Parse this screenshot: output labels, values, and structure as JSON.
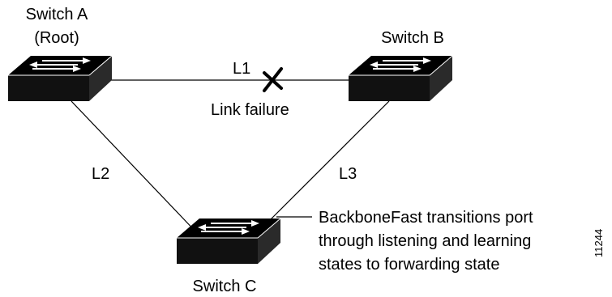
{
  "colors": {
    "switch_top": "#000000",
    "switch_side": "#1a1a1a",
    "switch_arrows": "#ffffff",
    "link": "#000000",
    "failure_mark": "#000000"
  },
  "switches": {
    "a": {
      "name_line1": "Switch A",
      "name_line2": "(Root)",
      "icon": "switch-icon"
    },
    "b": {
      "name": "Switch B",
      "icon": "switch-icon"
    },
    "c": {
      "name": "Switch C",
      "icon": "switch-icon"
    }
  },
  "links": {
    "l1": "L1",
    "l2": "L2",
    "l3": "L3"
  },
  "failure": {
    "label": "Link failure",
    "icon": "x-mark-icon"
  },
  "callout": {
    "line1": "BackboneFast transitions port",
    "line2": "through listening and learning",
    "line3": "states to forwarding state"
  },
  "figure_id": "11244"
}
